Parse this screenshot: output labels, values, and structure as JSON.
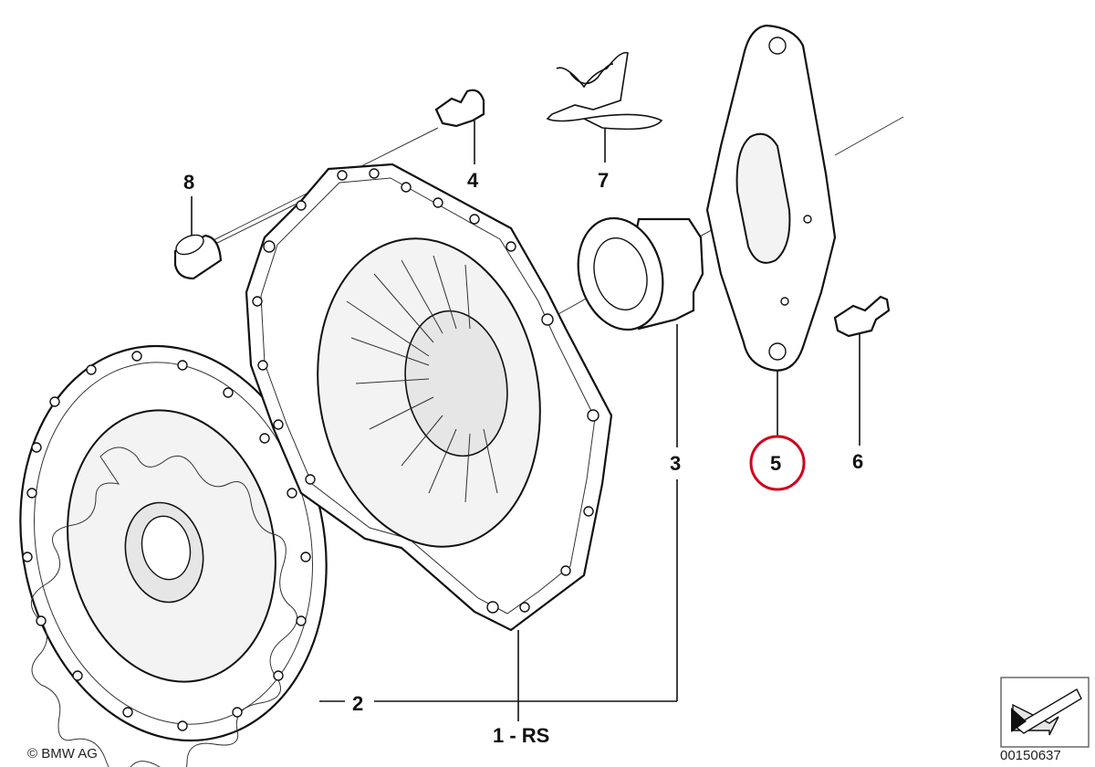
{
  "callouts": {
    "c1": "1 - RS",
    "c2": "2",
    "c3": "3",
    "c4": "4",
    "c5": "5",
    "c6": "6",
    "c7": "7",
    "c8": "8"
  },
  "highlight": {
    "label": "5",
    "color": "#d0021b"
  },
  "footer": {
    "copyright": "© BMW AG",
    "image_code": "00150637"
  },
  "colors": {
    "line": "#111111",
    "fill": "#ffffff",
    "highlight": "#d0021b"
  }
}
